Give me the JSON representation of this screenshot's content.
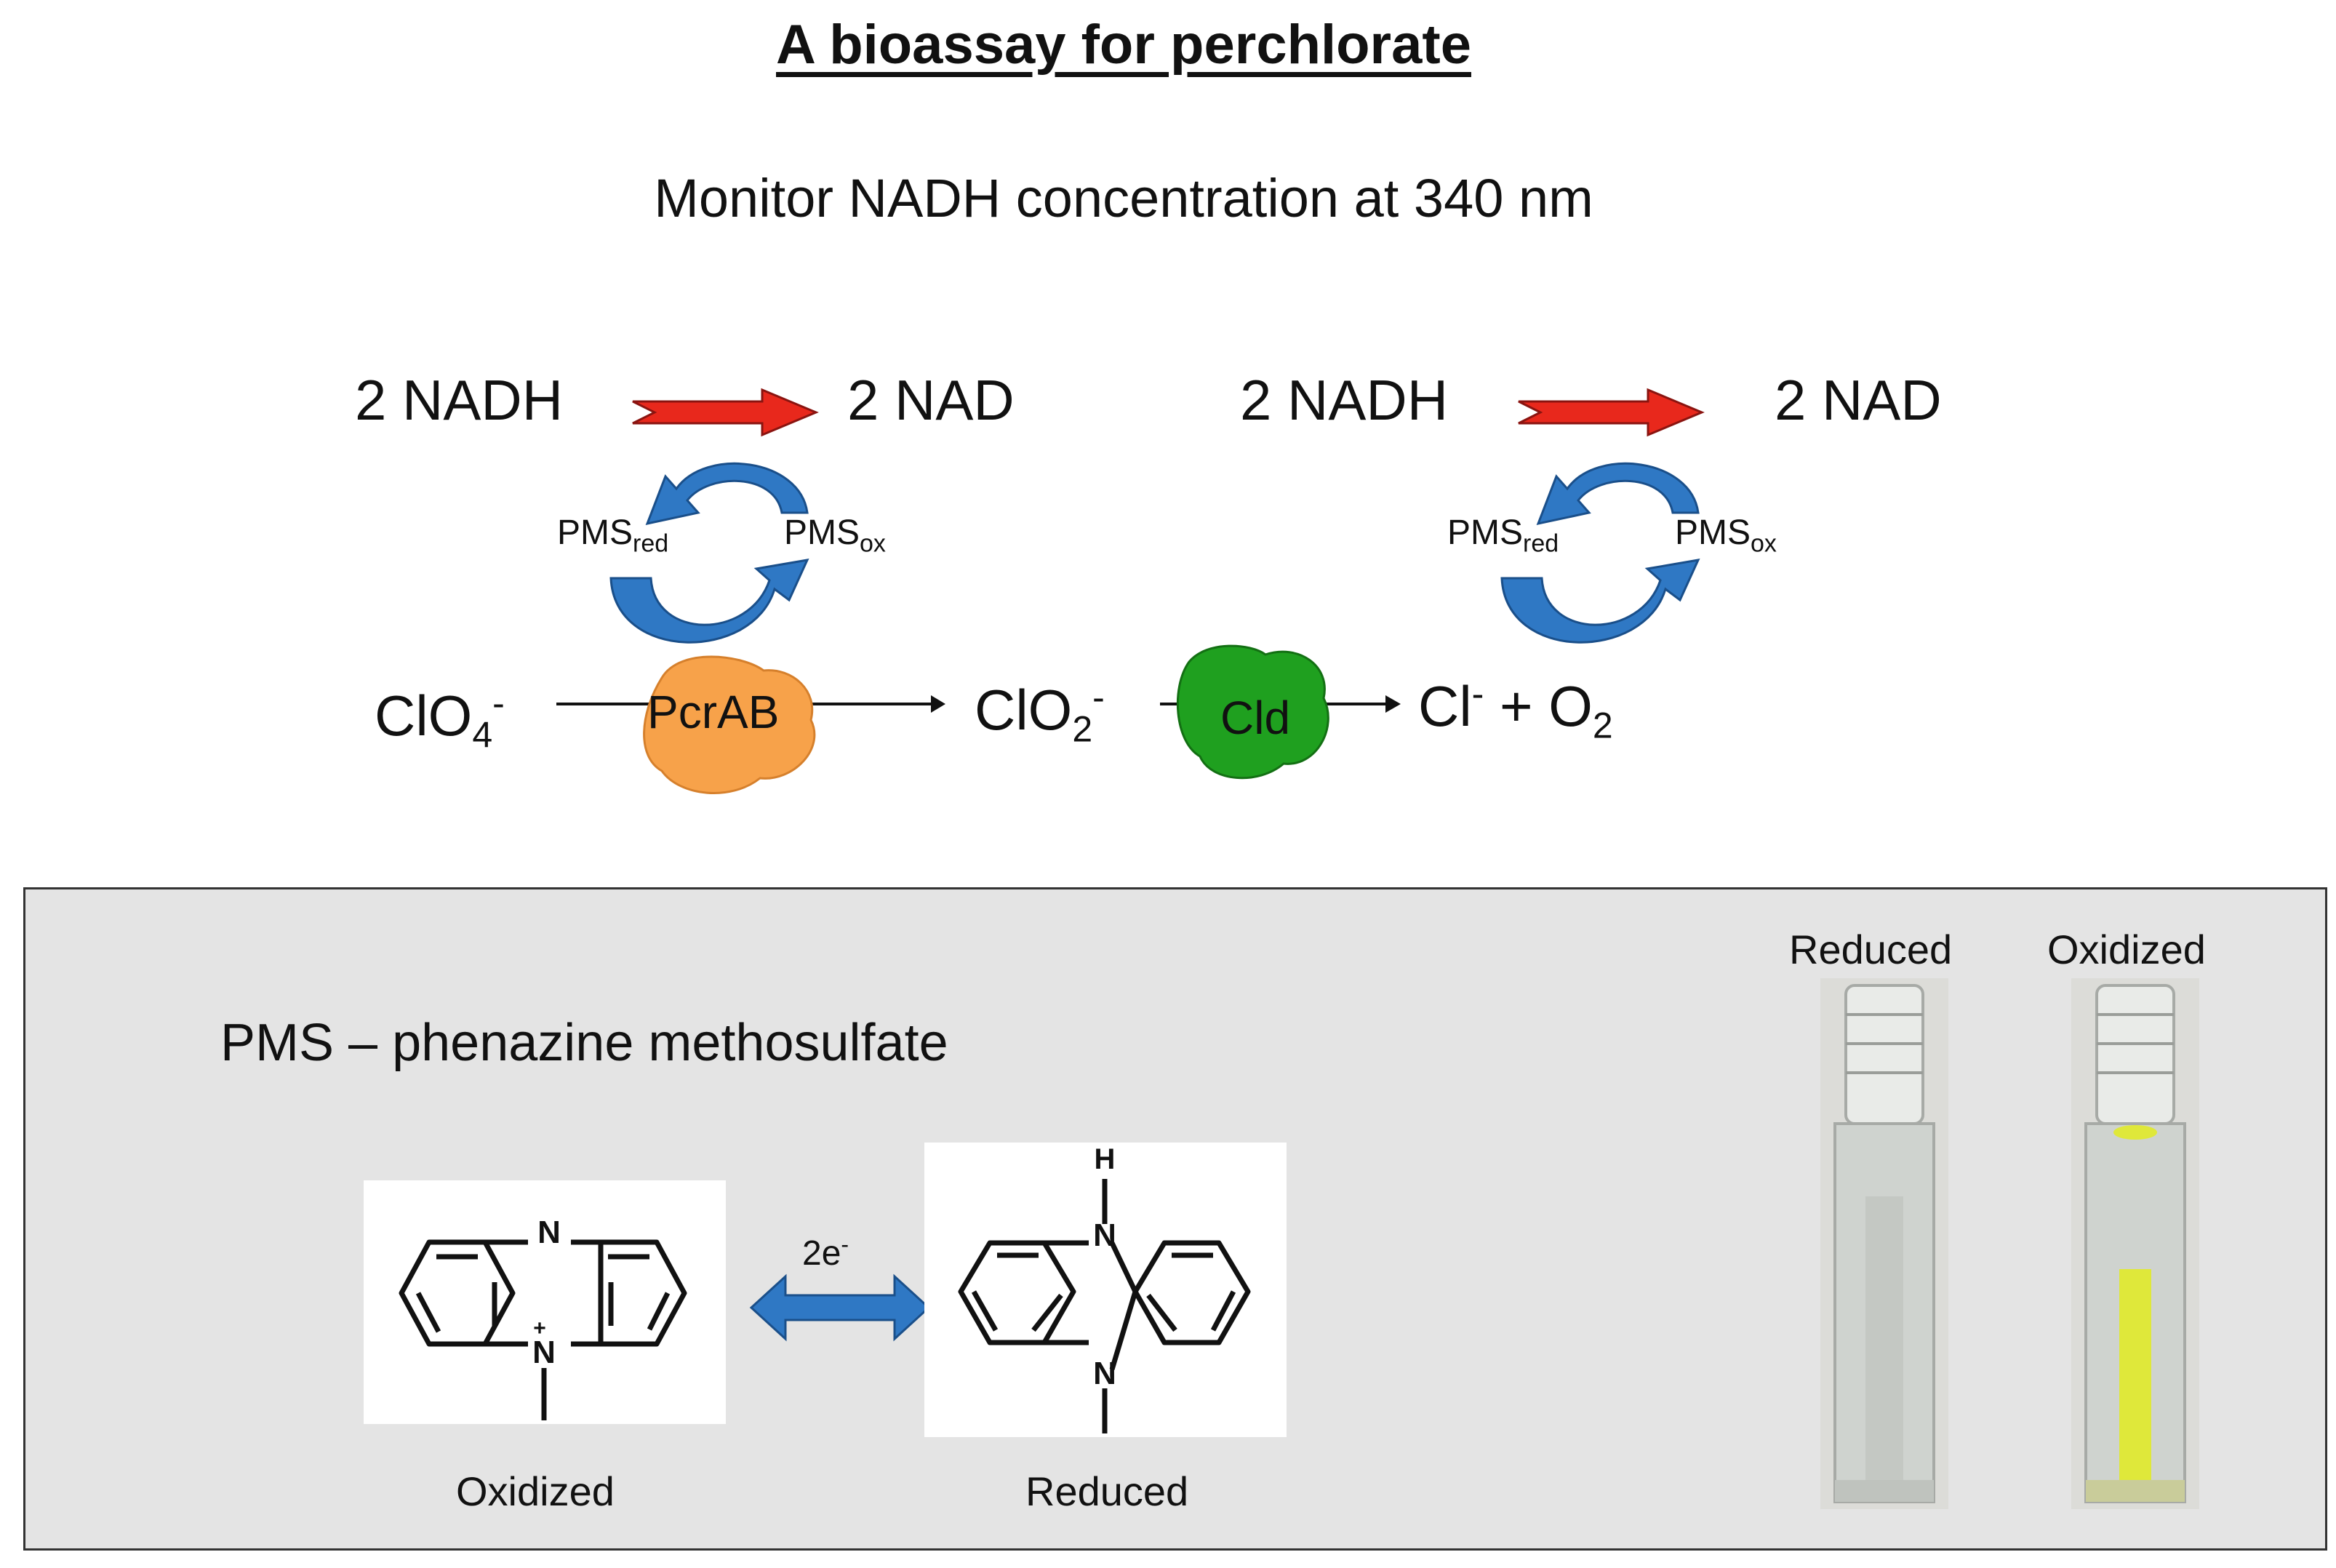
{
  "title": "A bioassay for perchlorate",
  "subtitle": "Monitor NADH concentration at 340 nm",
  "cycle_left": {
    "nadh": "2 NADH",
    "nad": "2 NAD",
    "pms_red": "PMS",
    "pms_red_sub": "red",
    "pms_ox": "PMS",
    "pms_ox_sub": "ox"
  },
  "cycle_right": {
    "nadh": "2 NADH",
    "nad": "2 NAD",
    "pms_red": "PMS",
    "pms_red_sub": "red",
    "pms_ox": "PMS",
    "pms_ox_sub": "ox"
  },
  "pathway": {
    "perchlorate": "ClO",
    "perchlorate_sub": "4",
    "perchlorate_sup": "-",
    "enzyme1": "PcrAB",
    "chlorite": "ClO",
    "chlorite_sub": "2",
    "chlorite_sup": "-",
    "enzyme2": "Cld",
    "chloride": "Cl",
    "chloride_sup": "-",
    "plus_oxygen": " + O",
    "oxygen_sub": "2"
  },
  "panel": {
    "pms_definition": "PMS – phenazine methosulfate",
    "electrons": "2e",
    "electrons_sup": "-",
    "caption_oxidized": "Oxidized",
    "caption_reduced": "Reduced",
    "photo_label_reduced": "Reduced",
    "photo_label_oxidized": "Oxidized",
    "atom_n": "N",
    "atom_h": "H",
    "charge_plus": "+"
  },
  "colors": {
    "red_arrow": "#e8281c",
    "blue_arrow": "#2f78c4",
    "pcrab": "#f7a24a",
    "cld": "#1fa01f",
    "panel_bg": "#e4e4e4",
    "oxidized_solution": "#dfe83a"
  },
  "icons": [
    "red-arrow-icon",
    "blue-cycle-arrow-icon",
    "double-arrow-icon",
    "cuvette-icon"
  ]
}
